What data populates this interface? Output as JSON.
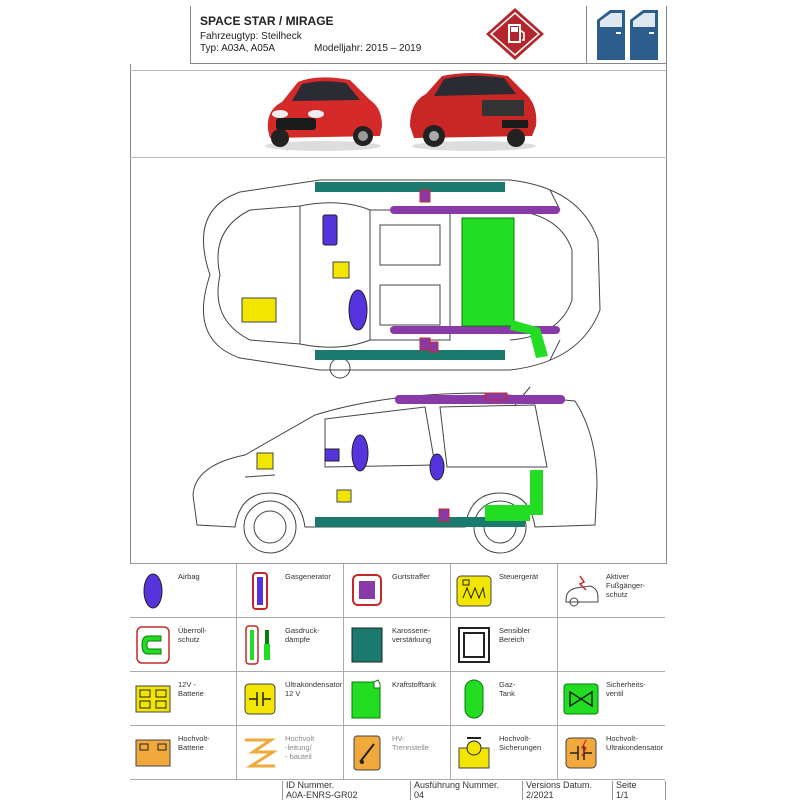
{
  "header": {
    "title": "SPACE STAR / MIRAGE",
    "vehicle_type": "Fahrzeugtyp: Steilheck",
    "type": "Typ: A03A, A05A",
    "model_year": "Modelljahr: 2015 – 2019",
    "fuel_icon": "fuel-pump-icon",
    "door_icon": "two-door-icon"
  },
  "colors": {
    "airbag": "#5533dd",
    "belt": "#8a3aa8",
    "reinforcement": "#1a7a6e",
    "fuel": "#22dd22",
    "control": "#f2e600",
    "hv": "#f2a93b",
    "red": "#c62828"
  },
  "legend": [
    {
      "icon": "airbag-icon",
      "label": "Airbag"
    },
    {
      "icon": "gas-generator-icon",
      "label": "Gasgenerator"
    },
    {
      "icon": "belt-tensioner-icon",
      "label": "Gurtstraffer"
    },
    {
      "icon": "control-unit-icon",
      "label": "Steuergerät"
    },
    {
      "icon": "pedestrian-protection-icon",
      "label": "Aktiver\nFußgänger-\nschutz"
    },
    {
      "icon": "rollover-protection-icon",
      "label": "Überroll-\nschutz"
    },
    {
      "icon": "gas-strut-icon",
      "label": "Gasdruck-\ndämpfe"
    },
    {
      "icon": "body-reinforcement-icon",
      "label": "Karosserie-\nverstärkung"
    },
    {
      "icon": "sensitive-area-icon",
      "label": "Sensibler\nBereich"
    },
    {
      "icon": "",
      "label": ""
    },
    {
      "icon": "battery-12v-icon",
      "label": "12V -\nBatterie"
    },
    {
      "icon": "ultracapacitor-icon",
      "label": "Ultrakondensator\n12 V"
    },
    {
      "icon": "fuel-tank-icon",
      "label": "Kraftstofftank"
    },
    {
      "icon": "gas-tank-icon",
      "label": "Gaz-\nTank"
    },
    {
      "icon": "safety-valve-icon",
      "label": "Sicherheits-\nventil"
    },
    {
      "icon": "hv-battery-icon",
      "label": "Hochvolt-\nBatterie"
    },
    {
      "icon": "hv-cable-icon",
      "label": "Hochvolt\n-leitung/\n- bauteil"
    },
    {
      "icon": "hv-disconnect-icon",
      "label": "HV-\nTrennstelle"
    },
    {
      "icon": "hv-fuse-icon",
      "label": "Hochvolt-\nSicherungen"
    },
    {
      "icon": "hv-ultracapacitor-icon",
      "label": "Hochvolt-\nUltrakondensator"
    }
  ],
  "footer": {
    "id_label": "ID Nummer.",
    "id_value": "A0A-ENRS-GR02",
    "exec_label": "Ausführung Nummer.",
    "exec_value": "04",
    "version_label": "Versions Datum.",
    "version_value": "2/2021",
    "page_label": "Seite",
    "page_value": "1/1"
  }
}
